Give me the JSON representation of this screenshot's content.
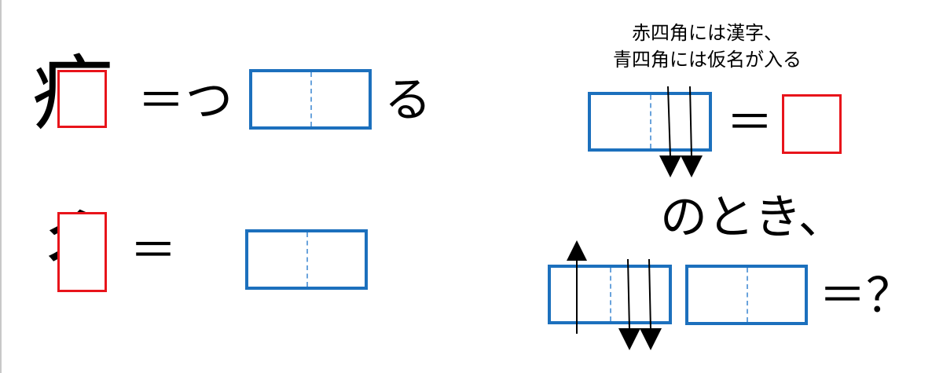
{
  "puzzle1": {
    "radical": "疒",
    "equals": "＝",
    "prefix_kana": "つ",
    "suffix_kana": "る"
  },
  "puzzle2": {
    "radical": "彳",
    "equals": "＝"
  },
  "instructions": {
    "line1": "赤四角には漢字、",
    "line2": "青四角には仮名が入る"
  },
  "rule": {
    "equals": "＝",
    "condition": "のとき、"
  },
  "question": {
    "text": "＝？"
  },
  "colors": {
    "kanji_box": "#e8141b",
    "kana_box": "#1c70bd",
    "kana_divider": "#6aa3dc"
  }
}
